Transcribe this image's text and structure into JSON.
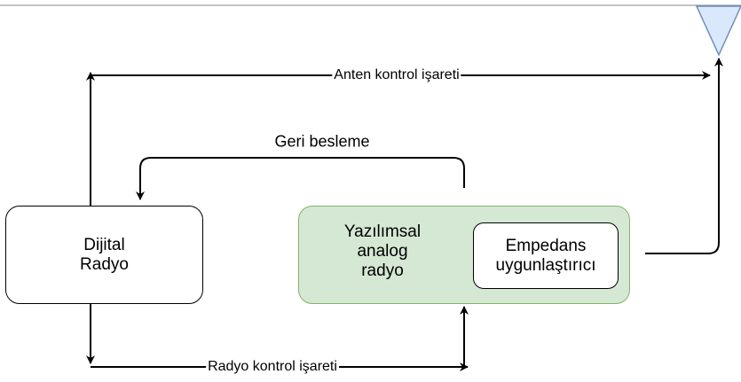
{
  "nodes": {
    "digital_radio": {
      "line1": "Dijital",
      "line2": "Radyo"
    },
    "software_analog_radio": {
      "line1": "Yazılımsal",
      "line2": "analog",
      "line3": "radyo"
    },
    "impedance_matcher": {
      "line1": "Empedans",
      "line2": "uygunlaştırıcı"
    }
  },
  "edges": {
    "antenna_control": "Anten kontrol işareti",
    "feedback": "Geri besleme",
    "radio_control": "Radyo kontrol işareti"
  },
  "colors": {
    "line": "#000000",
    "green_fill": "#d5e8d4",
    "green_stroke": "#82b366",
    "antenna_fill": "#dae8fc",
    "antenna_stroke": "#6c8ebf"
  }
}
